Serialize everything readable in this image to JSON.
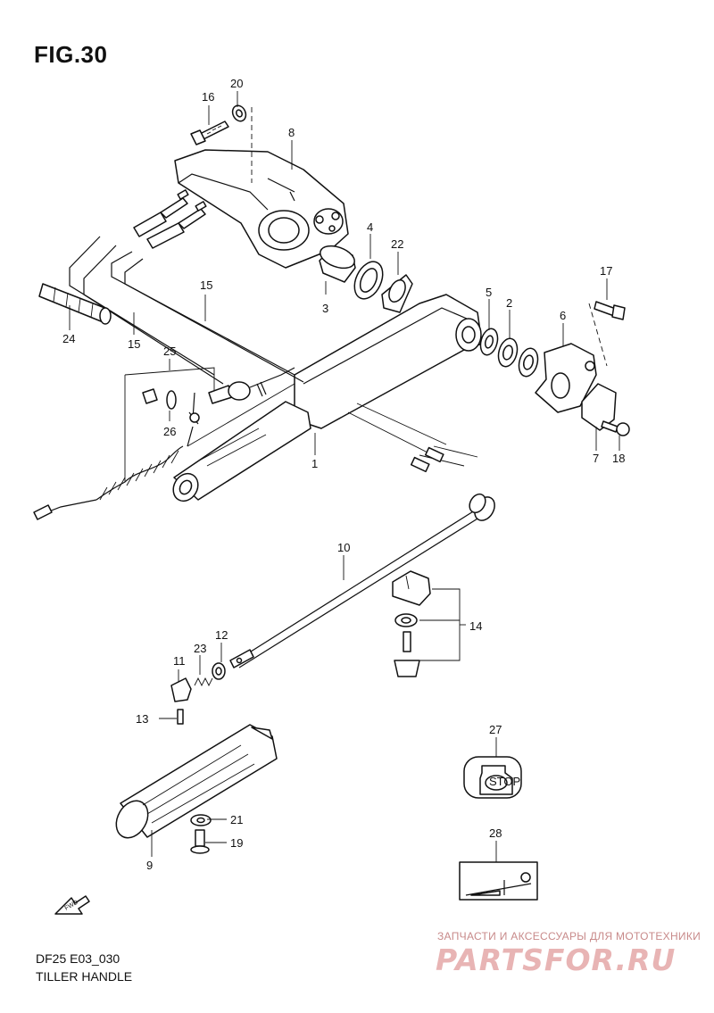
{
  "figure": {
    "title": "FIG.30",
    "model_code": "DF25 E03_030",
    "name": "TILLER HANDLE",
    "direction_arrow": "FWD"
  },
  "callouts": [
    "1",
    "2",
    "3",
    "4",
    "5",
    "6",
    "7",
    "8",
    "9",
    "10",
    "11",
    "12",
    "13",
    "14",
    "15",
    "15",
    "16",
    "17",
    "18",
    "19",
    "20",
    "21",
    "22",
    "23",
    "24",
    "25",
    "26",
    "27",
    "28"
  ],
  "parts": {
    "stop_plate_text": "STOP"
  },
  "watermark": {
    "top_text": "ЗАПЧАСТИ И АКСЕССУАРЫ ДЛЯ МОТОТЕХНИКИ",
    "logo_text": "PARTSFOR.RU"
  },
  "colors": {
    "ink": "#111111",
    "watermark": "#e8b4b4"
  }
}
